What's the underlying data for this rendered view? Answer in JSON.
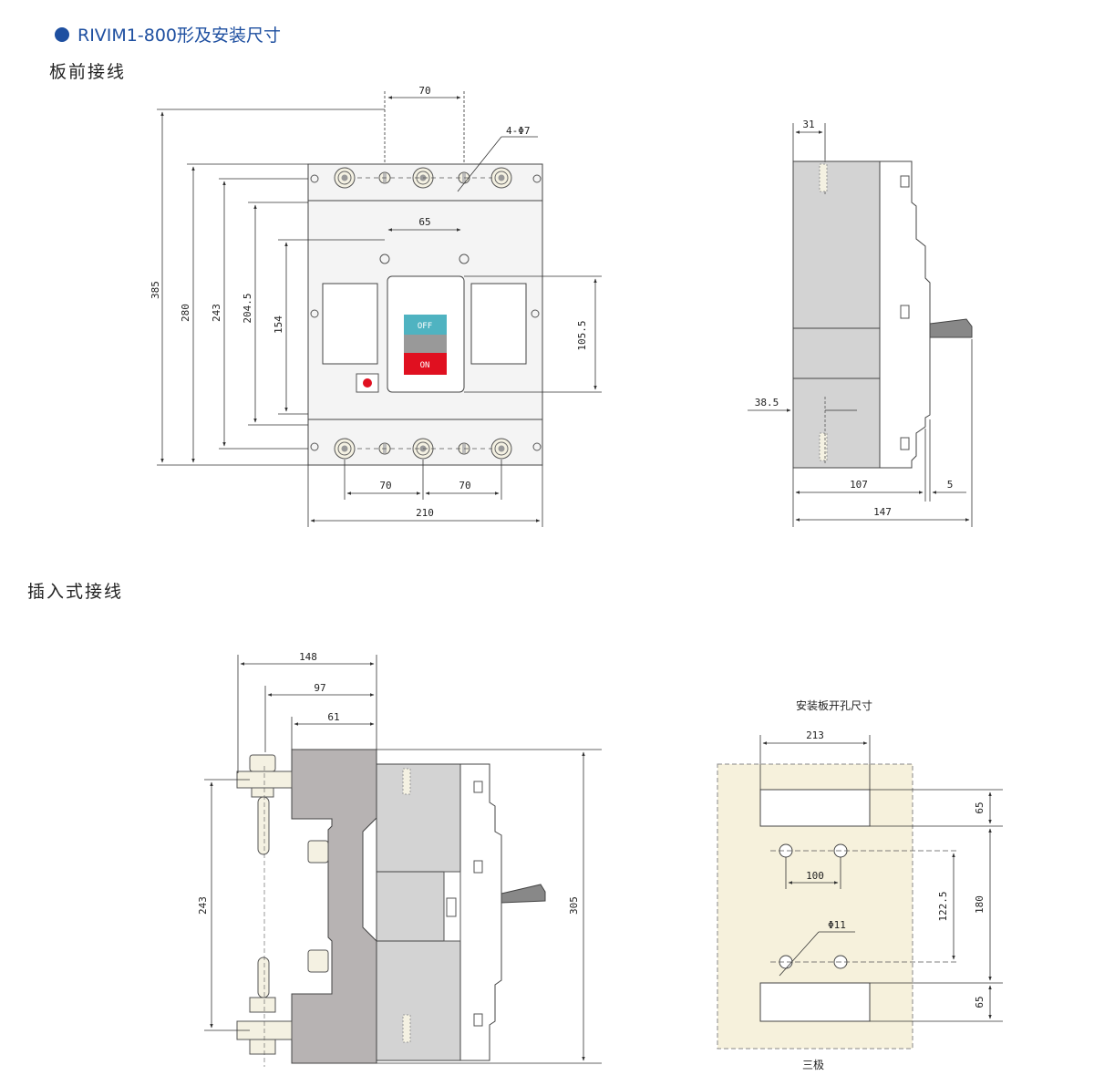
{
  "header": {
    "title": "RIVIM1-800形及安装尺寸"
  },
  "sections": {
    "front": "板前接线",
    "plugin": "插入式接线"
  },
  "front_view": {
    "dims": {
      "top_spacing": "70",
      "hole_spec": "4-Φ7",
      "handle_spacing": "65",
      "h385": "385",
      "h280": "280",
      "h243": "243",
      "h204": "204.5",
      "h154": "154",
      "h105": "105.5",
      "bottom_left": "70",
      "bottom_right": "70",
      "width": "210"
    },
    "switch": {
      "off": "OFF",
      "on": "ON"
    }
  },
  "side_view": {
    "dims": {
      "top": "31",
      "offset": "38.5",
      "body": "107",
      "handle": "5",
      "total": "147"
    }
  },
  "plugin_view": {
    "dims": {
      "d148": "148",
      "d97": "97",
      "d61": "61",
      "h243": "243",
      "h305": "305"
    }
  },
  "panel": {
    "title": "安装板开孔尺寸",
    "dims": {
      "width": "213",
      "top": "65",
      "hole_spacing": "100",
      "vertical": "122.5",
      "middle": "180",
      "bottom": "65",
      "hole": "Φ11"
    },
    "caption": "三极"
  },
  "colors": {
    "accent": "#1e4fa0",
    "body": "#d0d0d0",
    "panel": "#f6f1dc",
    "off_button": "#4fb3c1",
    "on_button": "#e01020"
  }
}
